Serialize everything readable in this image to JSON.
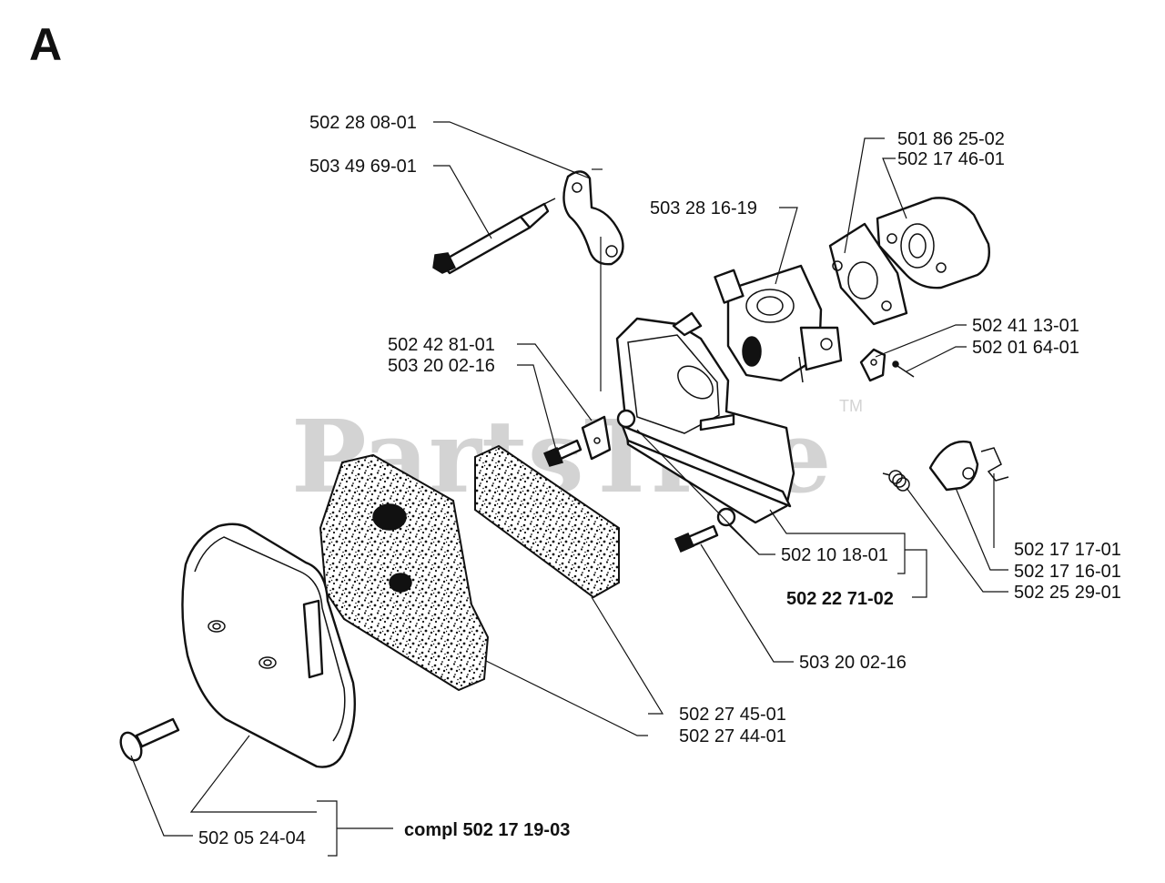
{
  "section_letter": "A",
  "watermark": {
    "text": "PartsTree",
    "tm": "TM"
  },
  "part_numbers": {
    "p_502_28_08_01": "502 28 08-01",
    "p_503_49_69_01": "503 49 69-01",
    "p_503_28_16_19": "503 28 16-19",
    "p_501_86_25_02": "501 86 25-02",
    "p_502_17_46_01": "502 17 46-01",
    "p_502_41_13_01": "502 41 13-01",
    "p_502_01_64_01": "502 01 64-01",
    "p_502_42_81_01": "502 42 81-01",
    "p_503_20_02_16_a": "503 20 02-16",
    "p_502_10_18_01": "502 10 18-01",
    "p_502_22_71_02": "502 22 71-02",
    "p_502_17_17_01": "502 17 17-01",
    "p_502_17_16_01": "502 17 16-01",
    "p_502_25_29_01": "502 25 29-01",
    "p_503_20_02_16_b": "503 20 02-16",
    "p_502_27_45_01": "502 27 45-01",
    "p_502_27_44_01": "502 27 44-01",
    "p_502_05_24_04": "502 05 24-04",
    "p_compl_502_17_19_03": "compl 502 17 19-03"
  }
}
